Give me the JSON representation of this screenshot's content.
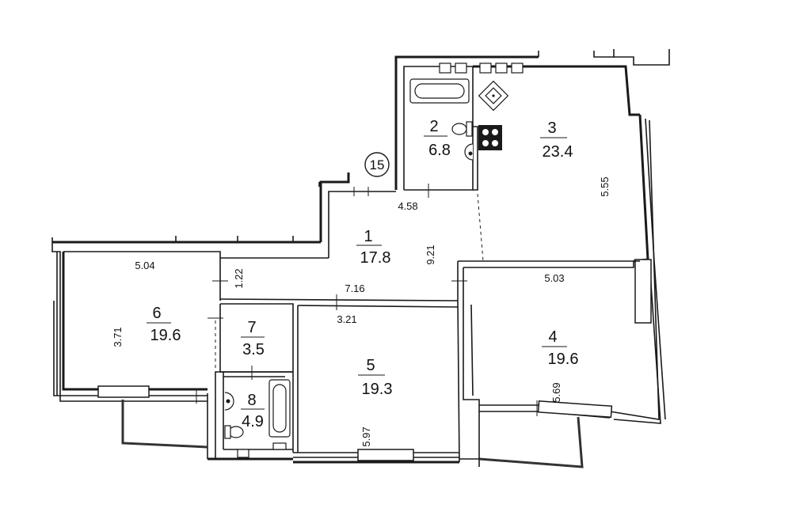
{
  "plan": {
    "entrance_mark": "15",
    "rooms": [
      {
        "id": "1",
        "number": "1",
        "area": "17.8"
      },
      {
        "id": "2",
        "number": "2",
        "area": "6.8"
      },
      {
        "id": "3",
        "number": "3",
        "area": "23.4"
      },
      {
        "id": "4",
        "number": "4",
        "area": "19.6"
      },
      {
        "id": "5",
        "number": "5",
        "area": "19.3"
      },
      {
        "id": "6",
        "number": "6",
        "area": "19.6"
      },
      {
        "id": "7",
        "number": "7",
        "area": "3.5"
      },
      {
        "id": "8",
        "number": "8",
        "area": "4.9"
      }
    ],
    "dimensions": [
      {
        "id": "d-458",
        "text": "4.58"
      },
      {
        "id": "d-555",
        "text": "5.55"
      },
      {
        "id": "d-921",
        "text": "9.21"
      },
      {
        "id": "d-504",
        "text": "5.04"
      },
      {
        "id": "d-122",
        "text": "1.22"
      },
      {
        "id": "d-716",
        "text": "7.16"
      },
      {
        "id": "d-321",
        "text": "3.21"
      },
      {
        "id": "d-503",
        "text": "5.03"
      },
      {
        "id": "d-371",
        "text": "3.71"
      },
      {
        "id": "d-597",
        "text": "5.97"
      },
      {
        "id": "d-569",
        "text": "5.69"
      }
    ]
  }
}
